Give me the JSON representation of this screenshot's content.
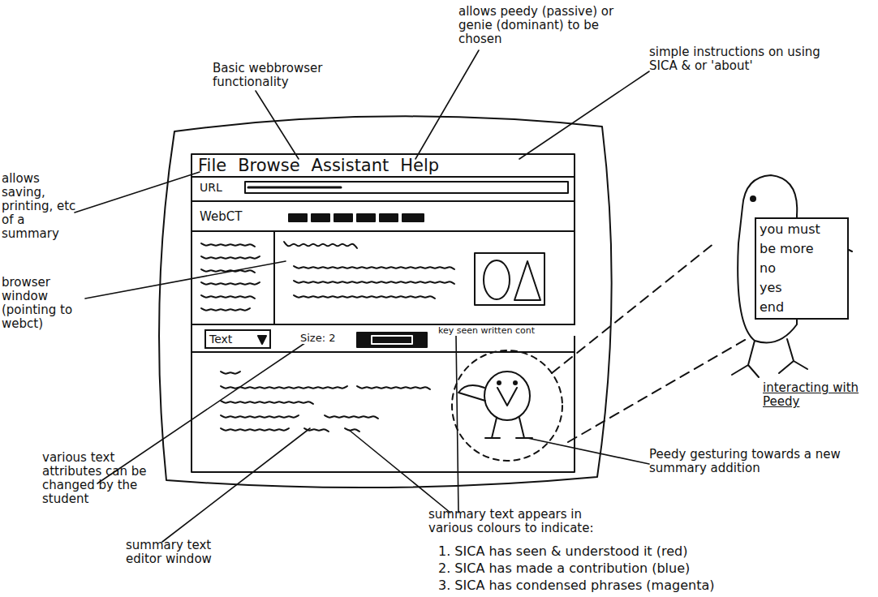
{
  "diagram": {
    "nodes": [
      {
        "text": [
          "File",
          "Browse",
          "Assistant",
          "Help"
        ]
      },
      {
        "text": [
          "URL"
        ]
      },
      {
        "text": [
          "WebCT"
        ]
      },
      {
        "text": [
          "Text"
        ]
      },
      {
        "text": [
          "you must",
          "be more",
          "no",
          "yes",
          "end"
        ]
      }
    ],
    "labels": [
      "allows peedy (passive) or genie (dominant) to be chosen",
      "Basic webbrowser functionality",
      "simple instructions on using SICA & or 'about'",
      "allows saving, printing, etc of a summary",
      "browser window (pointing to webct)",
      "Size: 2",
      "key seen written cont",
      "various text attributes can be changed by the student",
      "summary text editor window",
      "summary text appears in various colours to indicate:",
      "1. SICA has seen & understood it (red)",
      "2. SICA has made a contribution (blue)",
      "3. SICA has condensed phrases (magenta)",
      "Peedy gesturing towards a new summary addition",
      "interacting with Peedy"
    ]
  }
}
